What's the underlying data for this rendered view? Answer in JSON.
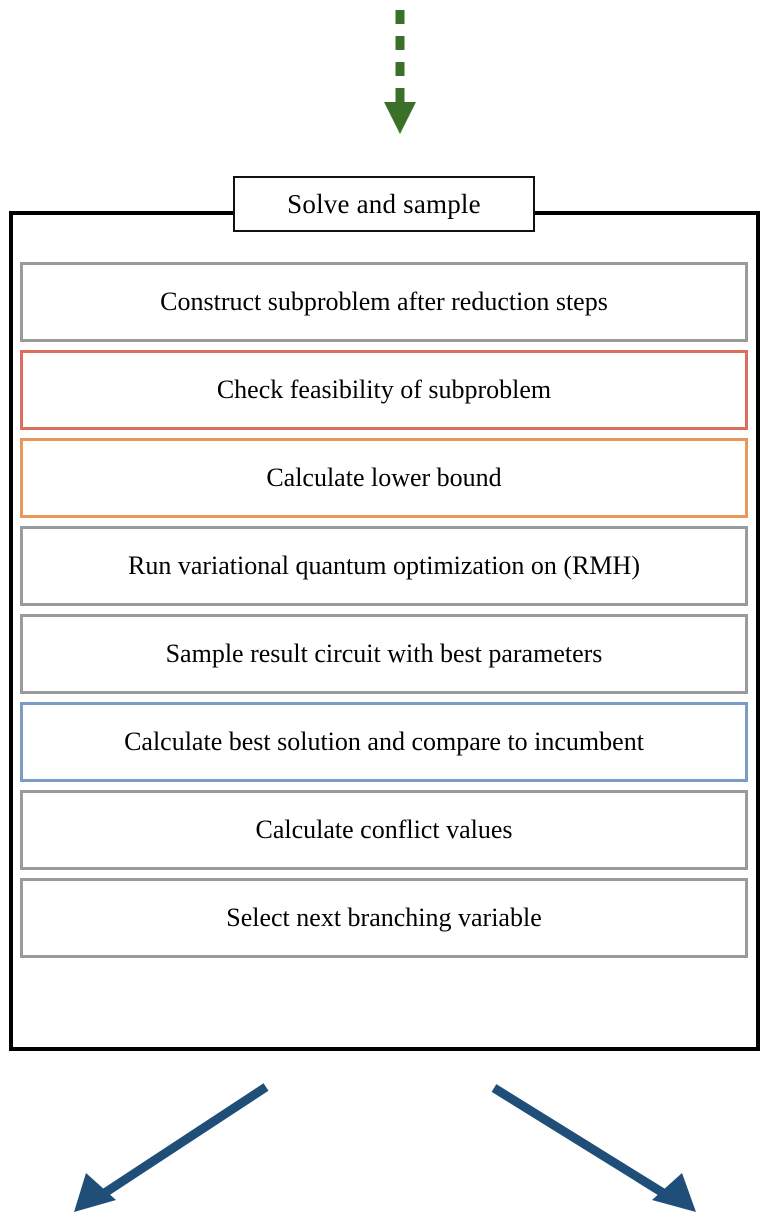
{
  "diagram": {
    "title": "Solve and sample",
    "incoming_arrow": {
      "icon": "dashed-down-arrow-icon",
      "style": "dashed",
      "direction": "down",
      "color": "#3a7028"
    },
    "steps": [
      {
        "label": "Construct subproblem after reduction steps",
        "accent": "gray",
        "color": "#9a9a9a"
      },
      {
        "label": "Check feasibility of subproblem",
        "accent": "red",
        "color": "#dd6e5e"
      },
      {
        "label": "Calculate lower bound",
        "accent": "orange",
        "color": "#e8965a"
      },
      {
        "label": "Run variational quantum optimization on (RMH)",
        "accent": "gray",
        "color": "#9a9a9a"
      },
      {
        "label": "Sample result circuit with best parameters",
        "accent": "gray",
        "color": "#9a9a9a"
      },
      {
        "label": "Calculate best solution and compare to incumbent",
        "accent": "blue",
        "color": "#7b9cc4"
      },
      {
        "label": "Calculate conflict values",
        "accent": "gray",
        "color": "#9a9a9a"
      },
      {
        "label": "Select next branching variable",
        "accent": "gray",
        "color": "#9a9a9a"
      }
    ],
    "outgoing_arrows": [
      {
        "icon": "arrow-down-left-icon",
        "direction": "down-left",
        "color": "#1f4e79"
      },
      {
        "icon": "arrow-down-right-icon",
        "direction": "down-right",
        "color": "#1f4e79"
      }
    ],
    "outer_border_color": "#000000",
    "background_color": "#ffffff"
  }
}
